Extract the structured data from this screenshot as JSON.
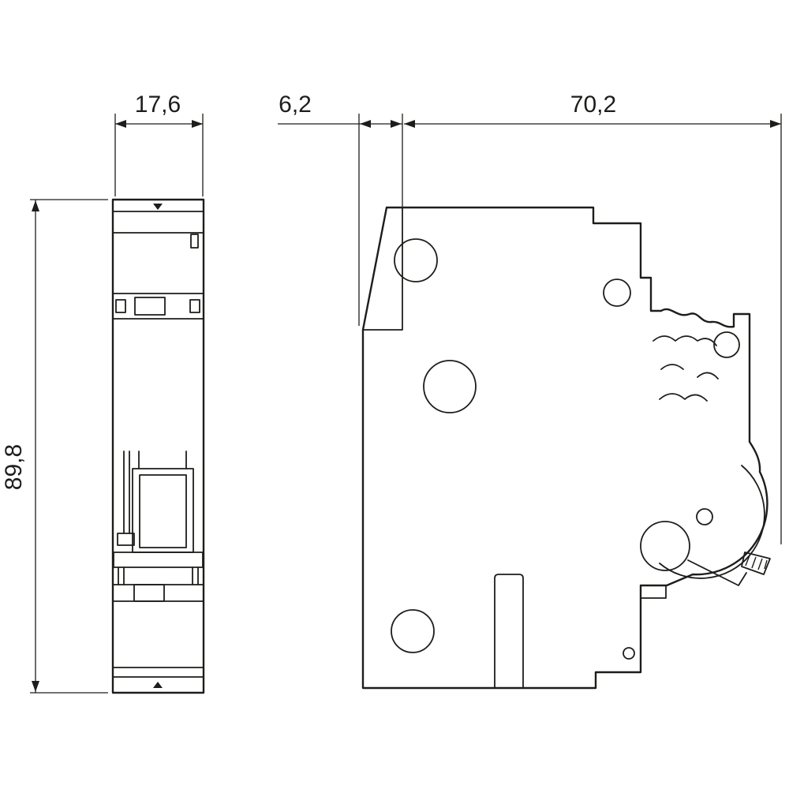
{
  "colors": {
    "ink": "#1d1d1b",
    "background": "#ffffff"
  },
  "dimensions": {
    "width": {
      "label": "17,6",
      "view": "front",
      "orientation": "horizontal"
    },
    "height": {
      "label": "89,8",
      "view": "front",
      "orientation": "vertical"
    },
    "depth_front": {
      "label": "6,2",
      "view": "side",
      "orientation": "horizontal"
    },
    "depth_body": {
      "label": "70,2",
      "view": "side",
      "orientation": "horizontal"
    }
  }
}
